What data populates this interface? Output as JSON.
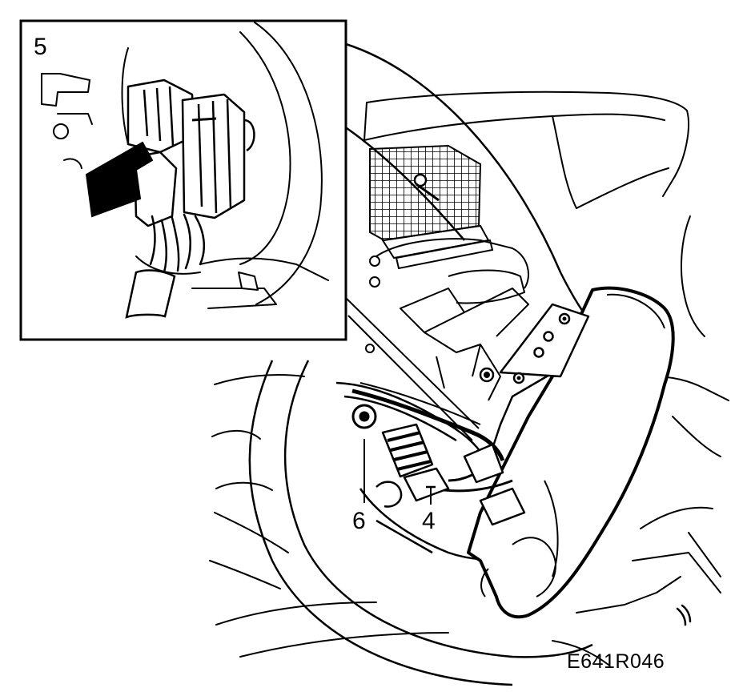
{
  "figure": {
    "callouts": {
      "five": "5",
      "six": "6",
      "four": "4"
    },
    "reference_code": "E641R046"
  },
  "colors": {
    "ink": "#000000",
    "paper": "#ffffff"
  }
}
